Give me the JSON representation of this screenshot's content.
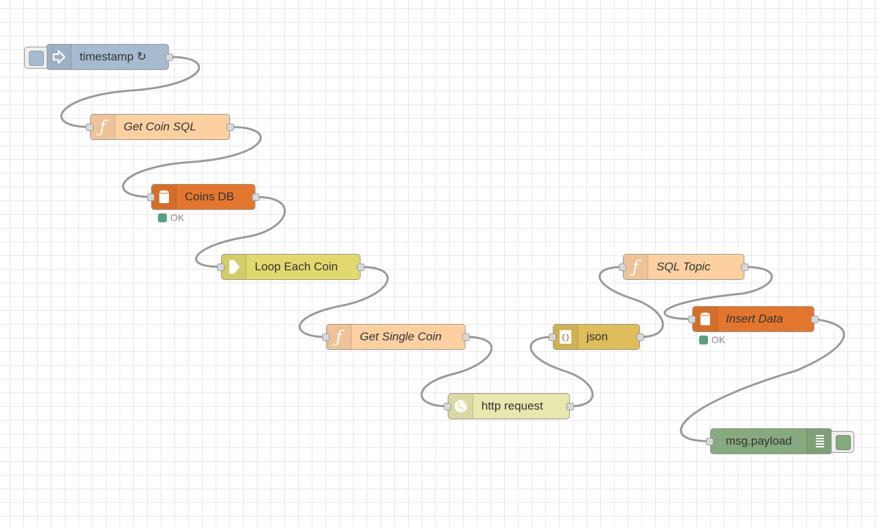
{
  "colors": {
    "inject": "#a6bbcf",
    "function": "#fdd0a2",
    "database": "#e2762e",
    "split": "#e2d96e",
    "http": "#e7e7ae",
    "json": "#debd5c",
    "debug": "#87a980",
    "port": "#d9d9d9",
    "wire": "#999999",
    "status_ok": "#5a9e7f"
  },
  "nodes": {
    "timestamp": {
      "label": "timestamp ↻",
      "icon": "arrow-in-icon"
    },
    "get_coin_sql": {
      "label": "Get Coin SQL",
      "icon": "function-icon"
    },
    "coins_db": {
      "label": "Coins DB",
      "icon": "database-icon",
      "status": "OK"
    },
    "loop_each_coin": {
      "label": "Loop Each Coin",
      "icon": "split-icon"
    },
    "get_single_coin": {
      "label": "Get Single Coin",
      "icon": "function-icon"
    },
    "http_request": {
      "label": "http request",
      "icon": "globe-icon"
    },
    "json": {
      "label": "json",
      "icon": "json-icon",
      "icon_text": "{}"
    },
    "sql_topic": {
      "label": "SQL Topic",
      "icon": "function-icon"
    },
    "insert_data": {
      "label": "Insert Data",
      "icon": "database-icon",
      "status": "OK"
    },
    "msg_payload": {
      "label": "msg.payload",
      "icon": "debug-list-icon"
    }
  }
}
